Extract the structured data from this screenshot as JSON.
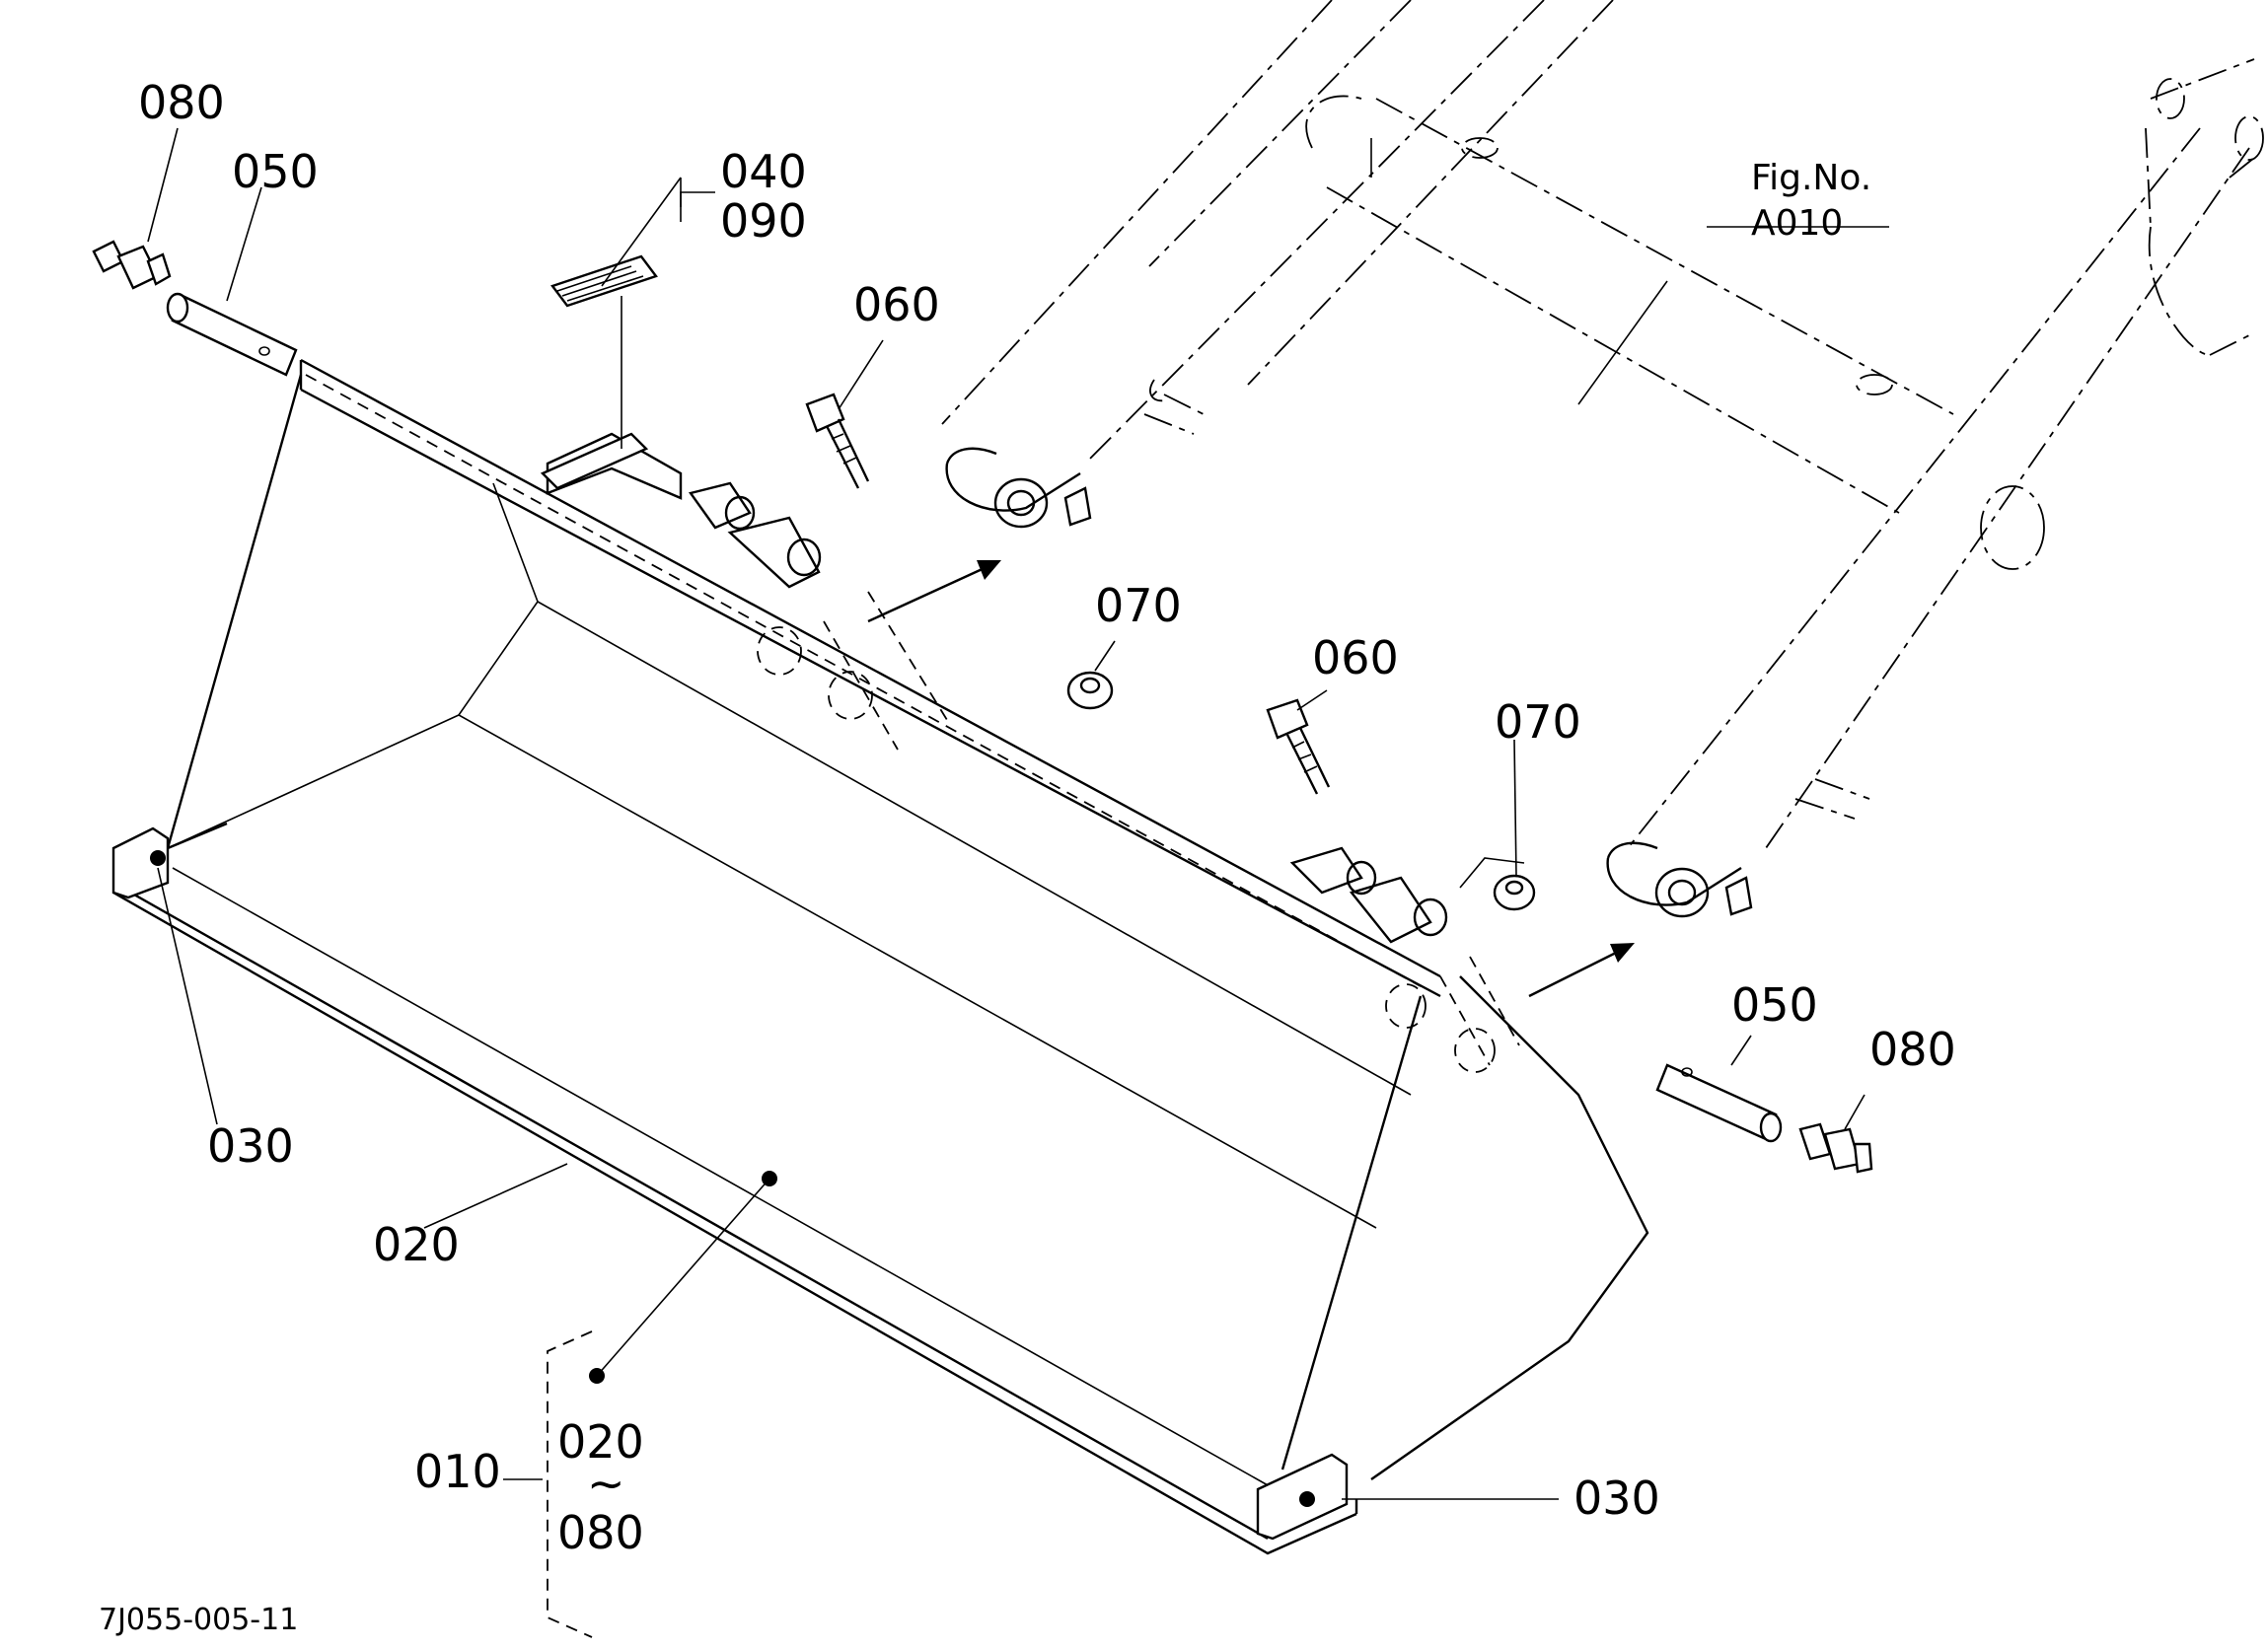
{
  "figure": {
    "reference": {
      "line1": "Fig.No.",
      "line2": "A010"
    },
    "drawing_code": "7J055-005-11"
  },
  "labels": {
    "p080_left": "080",
    "p050_left": "050",
    "p040": "040",
    "p090": "090",
    "p060_top": "060",
    "p070_top": "070",
    "p060_mid": "060",
    "p070_mid": "070",
    "p050_right": "050",
    "p080_right": "080",
    "p030_left": "030",
    "p020": "020",
    "p030_right": "030",
    "p010": "010",
    "range_from": "020",
    "range_sep": "~",
    "range_to": "080"
  }
}
